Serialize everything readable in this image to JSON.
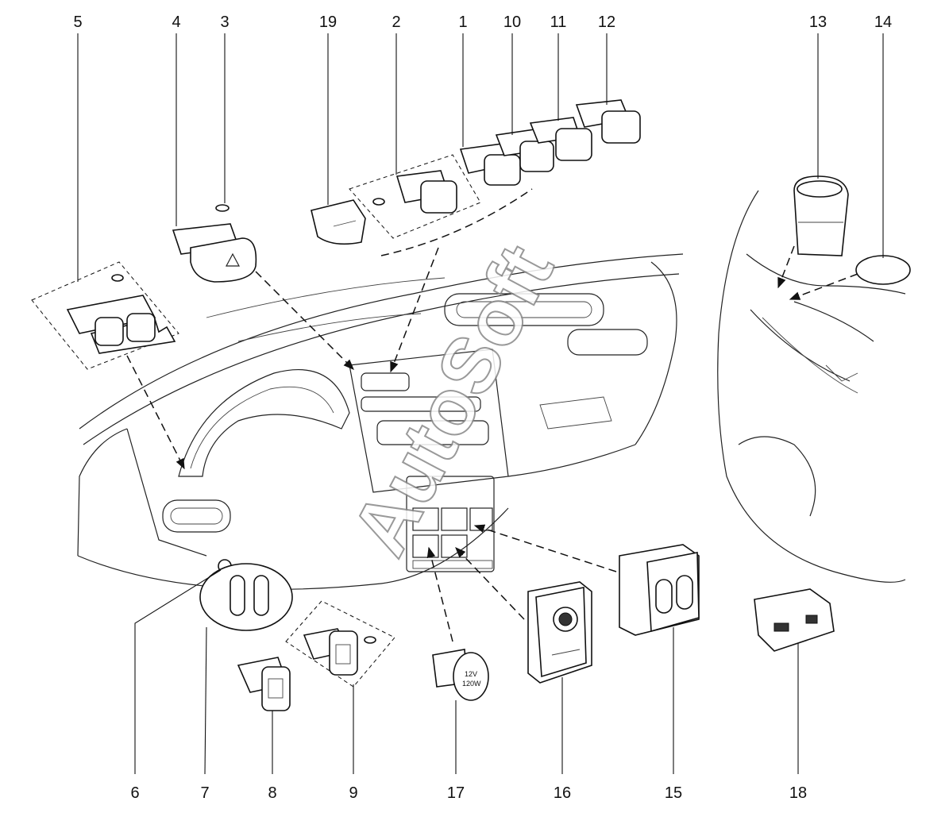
{
  "watermark": "AutoSoft",
  "callouts": {
    "c1": "1",
    "c2": "2",
    "c3": "3",
    "c4": "4",
    "c5": "5",
    "c6": "6",
    "c7": "7",
    "c8": "8",
    "c9": "9",
    "c10": "10",
    "c11": "11",
    "c12": "12",
    "c13": "13",
    "c14": "14",
    "c15": "15",
    "c16": "16",
    "c17": "17",
    "c18": "18",
    "c19": "19"
  },
  "socket_label_1": "12V",
  "socket_label_2": "120W"
}
